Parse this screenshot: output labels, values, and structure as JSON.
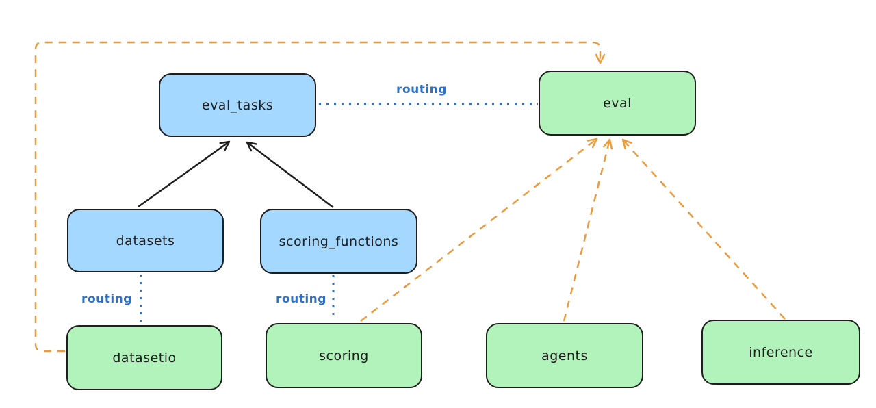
{
  "diagram": {
    "kind": "excalidraw-style architecture diagram",
    "background": "#ffffff"
  },
  "colors": {
    "blue_fill": "#a5d8ff",
    "green_fill": "#b2f2bb",
    "stroke": "#1e1e1e",
    "orange": "#e99b3e",
    "routing_blue": "#2e72c8"
  },
  "nodes": [
    {
      "id": "eval_tasks",
      "label": "eval_tasks",
      "color": "blue"
    },
    {
      "id": "eval",
      "label": "eval",
      "color": "green"
    },
    {
      "id": "datasets",
      "label": "datasets",
      "color": "blue"
    },
    {
      "id": "scoring_functions",
      "label": "scoring_functions",
      "color": "blue"
    },
    {
      "id": "datasetio",
      "label": "datasetio",
      "color": "green"
    },
    {
      "id": "scoring",
      "label": "scoring",
      "color": "green"
    },
    {
      "id": "agents",
      "label": "agents",
      "color": "green"
    },
    {
      "id": "inference",
      "label": "inference",
      "color": "green"
    }
  ],
  "edges": [
    {
      "from": "datasets",
      "to": "eval_tasks",
      "style": "solid-black-arrow"
    },
    {
      "from": "scoring_functions",
      "to": "eval_tasks",
      "style": "solid-black-arrow"
    },
    {
      "from": "eval_tasks",
      "to": "eval",
      "style": "dotted-blue",
      "label": "routing"
    },
    {
      "from": "datasets",
      "to": "datasetio",
      "style": "dotted-blue",
      "label": "routing"
    },
    {
      "from": "scoring_functions",
      "to": "scoring",
      "style": "dotted-blue",
      "label": "routing"
    },
    {
      "from": "datasetio",
      "to": "eval",
      "style": "dashed-orange-arrow"
    },
    {
      "from": "scoring",
      "to": "eval",
      "style": "dashed-orange-arrow"
    },
    {
      "from": "agents",
      "to": "eval",
      "style": "dashed-orange-arrow"
    },
    {
      "from": "inference",
      "to": "eval",
      "style": "dashed-orange-arrow"
    }
  ],
  "edge_labels": [
    {
      "text": "routing"
    },
    {
      "text": "routing"
    },
    {
      "text": "routing"
    }
  ]
}
